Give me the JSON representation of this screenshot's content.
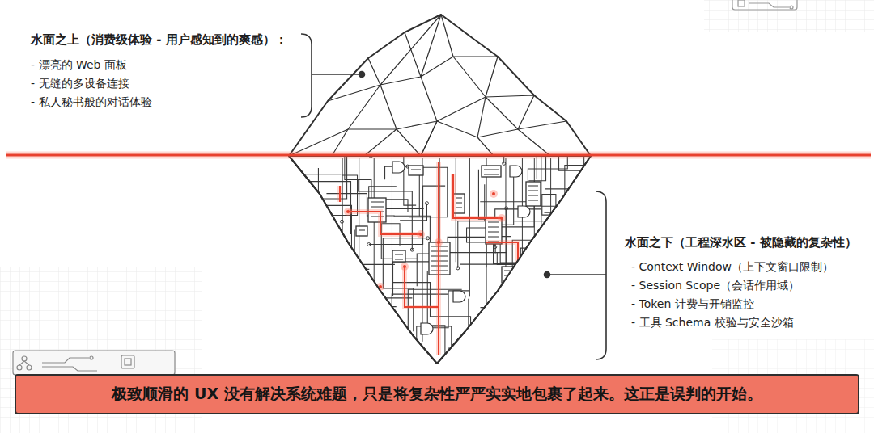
{
  "diagram": {
    "caption": "极致顺滑的 UX 没有解决系统难题，只是将复杂性严严实实地包裹了起来。这正是误判的开始。",
    "labels": [
      "水面之上（消费级体验 - 用户感知到的爽感）：",
      "- 漂亮的 Web 面板",
      "- 无缝的多设备连接",
      "- 私人秘书般的对话体验",
      "水面之下（工程深水区 - 被隐藏的复杂性）",
      "- Context Window（上下文窗口限制）",
      "- Session Scope（会话作用域）",
      "- Token 计费与开销监控",
      "- 工具 Schema 校验与安全沙箱"
    ]
  }
}
